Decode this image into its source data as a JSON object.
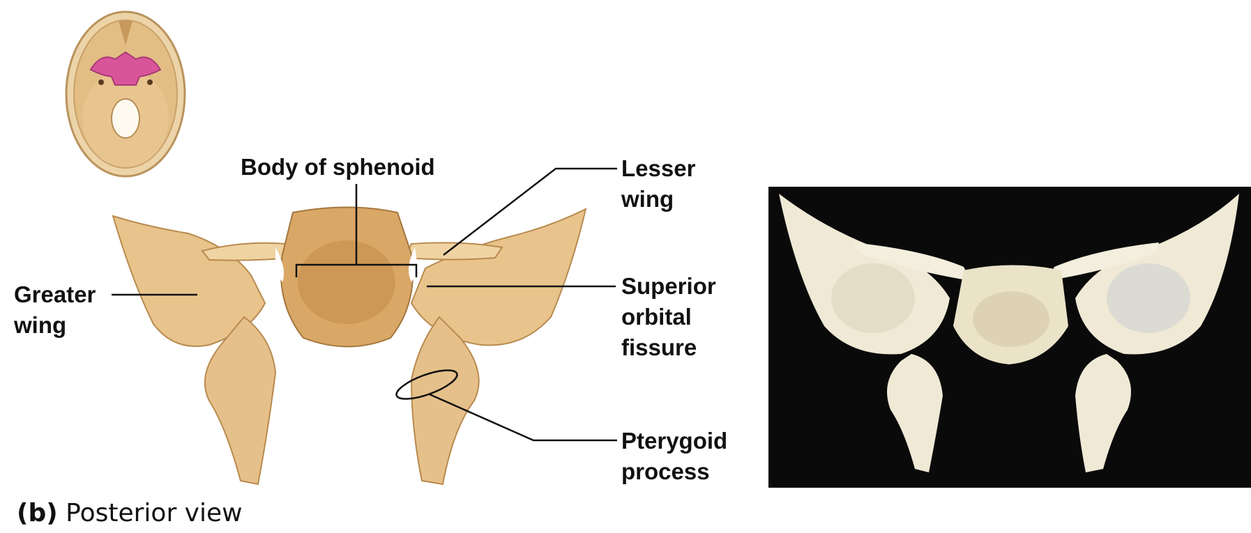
{
  "labels": {
    "body_of_sphenoid": "Body of sphenoid",
    "lesser_wing": [
      "Lesser",
      "wing"
    ],
    "greater_wing": [
      "Greater",
      "wing"
    ],
    "superior_orbital_fissure": [
      "Superior",
      "orbital",
      "fissure"
    ],
    "pterygoid_process": [
      "Pterygoid",
      "process"
    ]
  },
  "caption": {
    "tag": "(b)",
    "text": "Posterior view"
  },
  "colors": {
    "bone_illustration": "#e8c48c",
    "bone_shadow": "#c7995a",
    "sphenoid_highlight": "#d9559b",
    "photo_background": "#0a0a0a",
    "photo_bone": "#efe9d6",
    "leader_lines": "#111111"
  }
}
